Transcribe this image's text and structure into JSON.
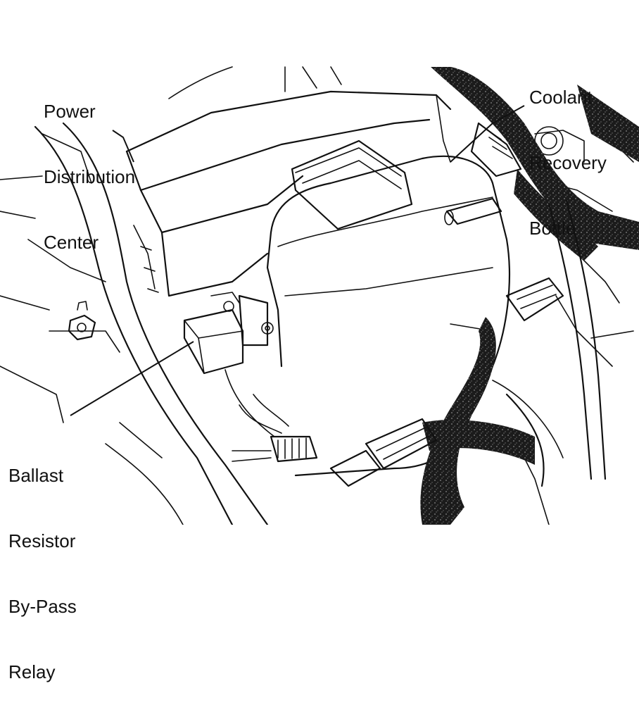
{
  "labels": {
    "pdc": [
      "Power",
      "Distribution",
      "Center"
    ],
    "coolant": [
      "Coolant",
      "Recovery",
      "Bottle"
    ],
    "relay": [
      "Ballast",
      "Resistor",
      "By-Pass",
      "Relay"
    ]
  },
  "colors": {
    "ink": "#111111",
    "background": "#ffffff",
    "hose": "#1a1a1a"
  }
}
